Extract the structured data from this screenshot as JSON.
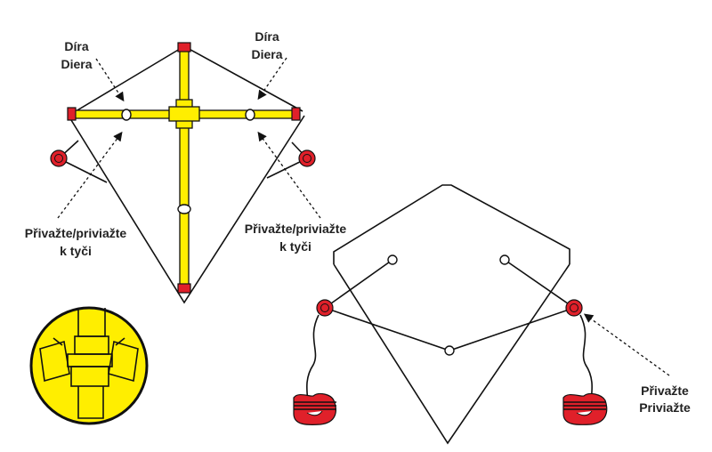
{
  "labels": {
    "hole_left": [
      "Díra",
      "Diera"
    ],
    "hole_right": [
      "Díra",
      "Diera"
    ],
    "tie_left": [
      "Přivažte/priviažte",
      "k tyči"
    ],
    "tie_right": [
      "Přivažte/priviažte",
      "k tyči"
    ],
    "tie_handle": [
      "Přivažte",
      "Priviažte"
    ]
  },
  "colors": {
    "spar": "#ffee00",
    "cap": "#e0202a",
    "line": "#111111"
  }
}
